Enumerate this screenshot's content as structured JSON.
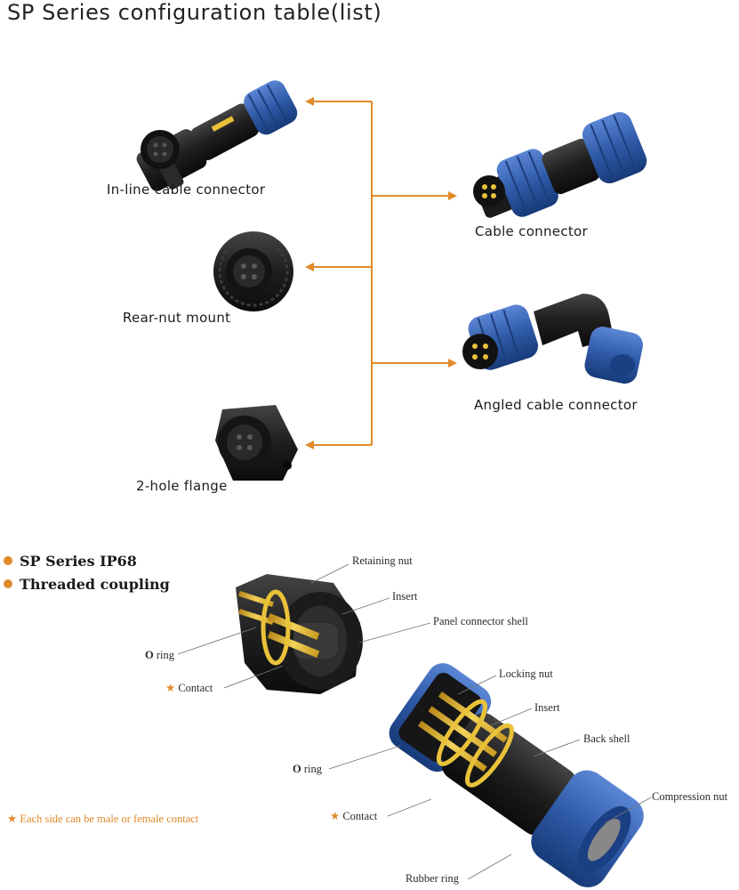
{
  "title": "SP Series configuration table(list)",
  "colors": {
    "arrow": "#e08a2a",
    "accent_orange": "#e08a2a",
    "connector_blue": "#2f5aa8",
    "connector_black": "#1e1e1e",
    "contact_gold": "#e9c23a"
  },
  "products": {
    "inline": "In-line cable connector",
    "cable": "Cable connector",
    "rear_nut": "Rear-nut mount",
    "angled": "Angled cable connector",
    "flange": "2-hole flange"
  },
  "features": [
    "SP Series IP68",
    "Threaded coupling"
  ],
  "panel_callouts": {
    "retaining_nut": "Retaining nut",
    "insert": "Insert",
    "panel_shell": "Panel connector shell",
    "o_ring_initial": "O",
    "o_ring_rest": " ring",
    "contact_star": "★",
    "contact": "Contact"
  },
  "cable_callouts": {
    "locking_nut": "Locking nut",
    "insert": "Insert",
    "back_shell": "Back shell",
    "o_ring_initial": "O",
    "o_ring_rest": " ring",
    "compression_nut": "Compression nut",
    "contact_star": "★",
    "contact": "Contact",
    "rubber_ring": "Rubber ring"
  },
  "note": {
    "star": "★",
    "text": " Each side can be male or female contact"
  }
}
